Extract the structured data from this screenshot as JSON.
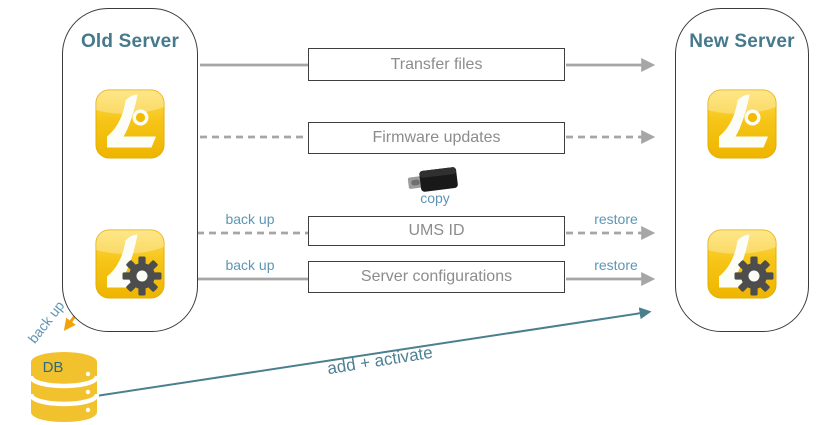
{
  "old_server": {
    "title": "Old Server"
  },
  "new_server": {
    "title": "New Server"
  },
  "steps": {
    "transfer_files": {
      "label": "Transfer files"
    },
    "firmware_updates": {
      "label": "Firmware updates"
    },
    "ums_id": {
      "label": "UMS ID",
      "left_label": "back up",
      "right_label": "restore"
    },
    "server_configurations": {
      "label": "Server configurations",
      "left_label": "back up",
      "right_label": "restore"
    }
  },
  "usb": {
    "label": "copy"
  },
  "database": {
    "label": "DB",
    "backup_label": "back up"
  },
  "migration": {
    "add_activate_label": "add + activate"
  },
  "icons": {
    "old_server_top": "igel-ums-icon",
    "old_server_bottom": "igel-ums-gear-icon",
    "new_server_top": "igel-ums-icon",
    "new_server_bottom": "igel-ums-gear-icon",
    "middle": "usb-stick-icon",
    "bottom_left": "database-cylinder-icon"
  },
  "colors": {
    "server_title": "#45798B",
    "step_text": "#8C8C8C",
    "step_border": "#3F3F3F",
    "label_blue": "#5E95B4",
    "connector_gray": "#A6A6A6",
    "arrow_orange": "#F2A30A",
    "arrow_teal": "#4A7F8E",
    "icon_yellow": "#F2BC00",
    "db_yellow": "#F2C12E",
    "gear_gray": "#4D4D4D"
  }
}
